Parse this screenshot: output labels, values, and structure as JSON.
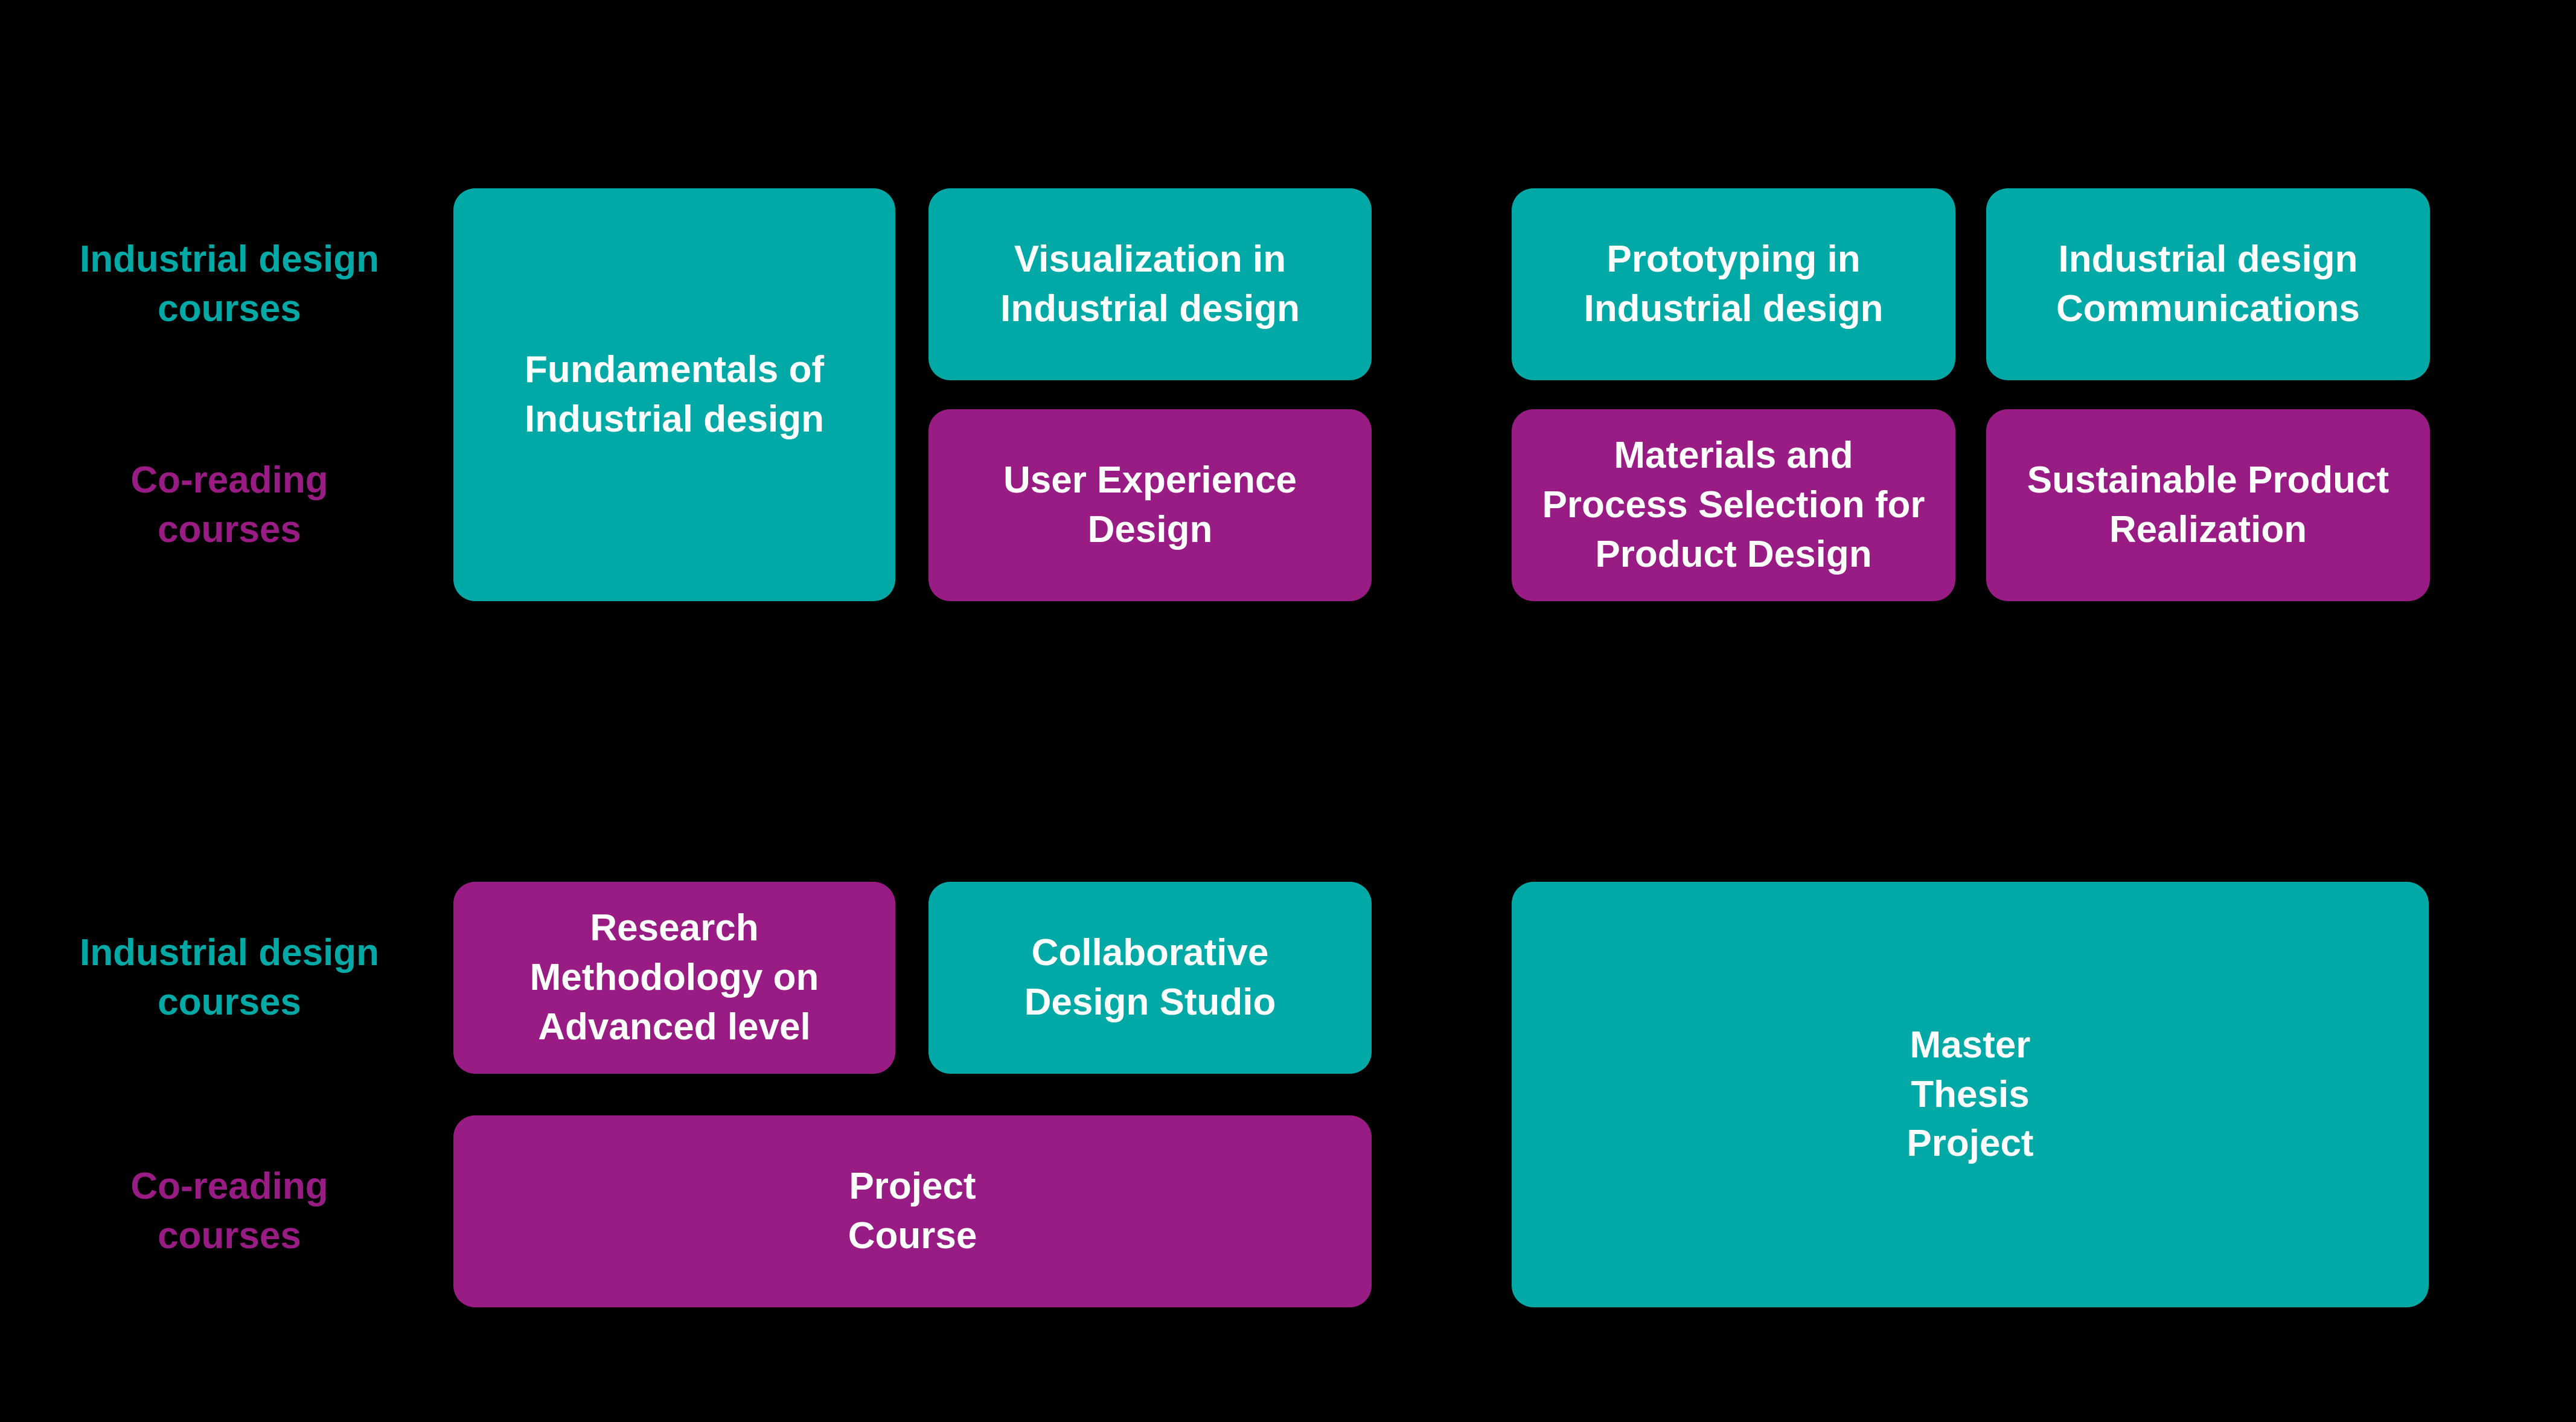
{
  "colors": {
    "bg": "#000000",
    "teal": "#00A9A6",
    "purple": "#981C84",
    "box-text": "#FFFFFF"
  },
  "group1": {
    "label_industrial": "Industrial design\ncourses",
    "label_coreading": "Co-reading\ncourses",
    "fundamentals": "Fundamentals of\nIndustrial design",
    "visualization": "Visualization in\nIndustrial design",
    "user_experience": "User Experience\nDesign",
    "prototyping": "Prototyping in\nIndustrial design",
    "materials": "Materials and\nProcess Selection for\nProduct Design",
    "communications": "Industrial design\nCommunications",
    "sustainable": "Sustainable Product\nRealization"
  },
  "group2": {
    "label_industrial": "Industrial design\ncourses",
    "label_coreading": "Co-reading\ncourses",
    "research": "Research\nMethodology on\nAdvanced level",
    "collaborative": "Collaborative\nDesign Studio",
    "project": "Project\nCourse",
    "master": "Master\nThesis\nProject"
  }
}
